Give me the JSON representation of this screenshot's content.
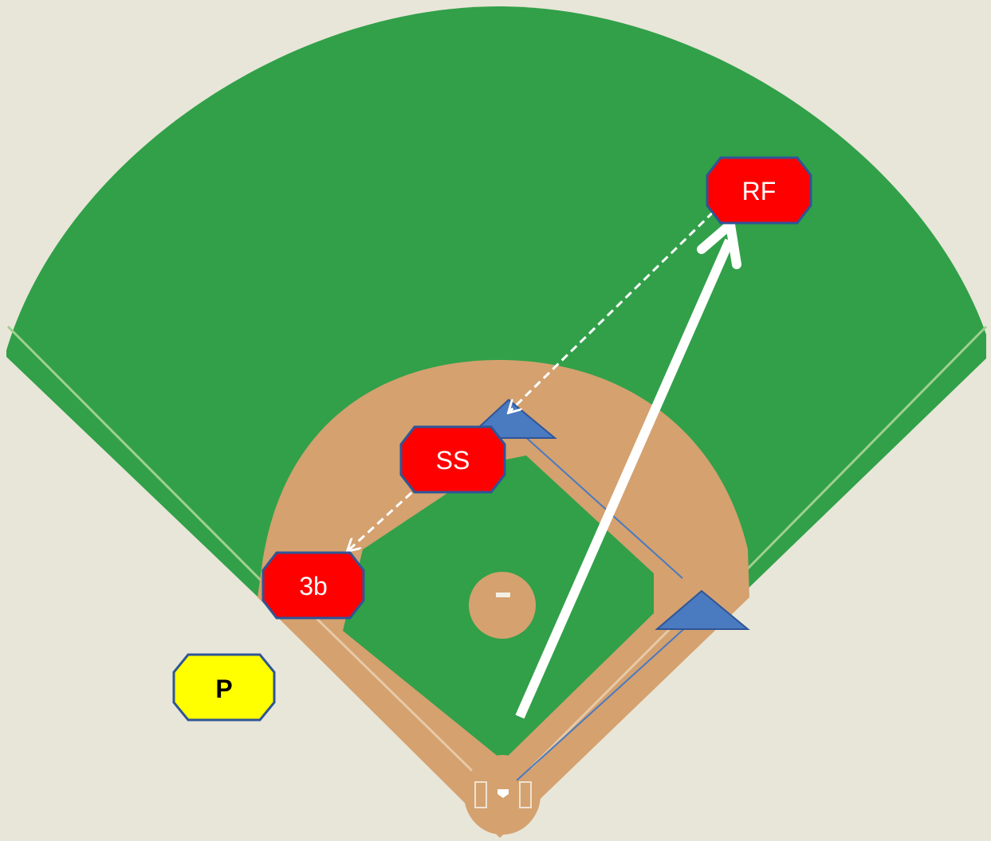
{
  "players": [
    {
      "id": "rf",
      "label": "RF",
      "role": "fielder",
      "fill": "#ff0000",
      "text_color": "#ffffff"
    },
    {
      "id": "ss",
      "label": "SS",
      "role": "fielder",
      "fill": "#ff0000",
      "text_color": "#ffffff"
    },
    {
      "id": "3b",
      "label": "3b",
      "role": "fielder",
      "fill": "#ff0000",
      "text_color": "#ffffff"
    },
    {
      "id": "p",
      "label": "P",
      "role": "pitcher",
      "fill": "#ffff00",
      "text_color": "#000000"
    }
  ],
  "colors": {
    "background": "#e8e6d8",
    "grass": "#31a049",
    "infield_dirt": "#d4a16f",
    "runner_marker": "#4a7abf",
    "marker_outline": "#2f5597",
    "ball_path": "#ffffff"
  },
  "icons": {
    "runner_marker": "triangle",
    "fielder_marker": "octagon"
  }
}
